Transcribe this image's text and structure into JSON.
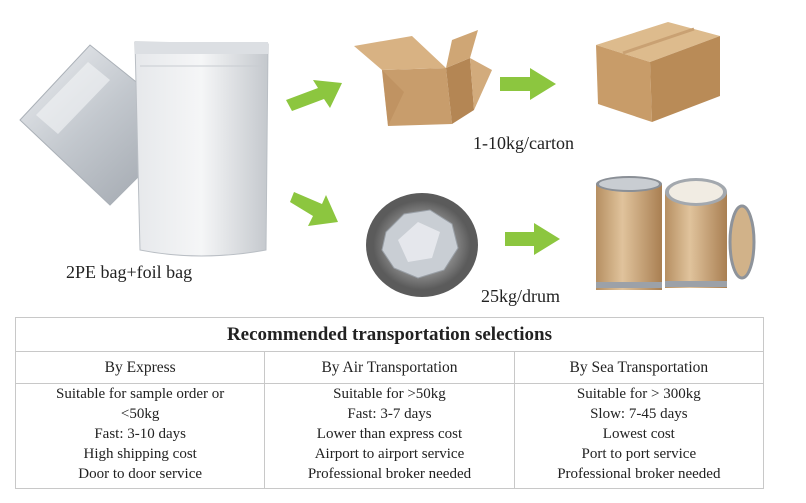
{
  "captions": {
    "bag": "2PE bag+foil bag",
    "carton": "1-10kg/carton",
    "drum": "25kg/drum"
  },
  "table": {
    "title": "Recommended transportation selections",
    "columns": [
      {
        "header": "By Express",
        "lines": [
          "Suitable for sample order or",
          "<50kg",
          "Fast: 3-10 days",
          "High shipping cost",
          "Door to door service"
        ]
      },
      {
        "header": "By Air Transportation",
        "lines": [
          "Suitable for >50kg",
          "Fast: 3-7 days",
          "Lower than express cost",
          "Airport to airport service",
          "Professional broker needed"
        ]
      },
      {
        "header": "By Sea Transportation",
        "lines": [
          "Suitable for > 300kg",
          "Slow: 7-45 days",
          "Lowest cost",
          "Port to port service",
          "Professional broker needed"
        ]
      }
    ]
  },
  "colors": {
    "arrow": "#8cc63f",
    "cardboard": "#c8a071",
    "foil": "#cfd3d8",
    "border": "#c8c8c8"
  }
}
